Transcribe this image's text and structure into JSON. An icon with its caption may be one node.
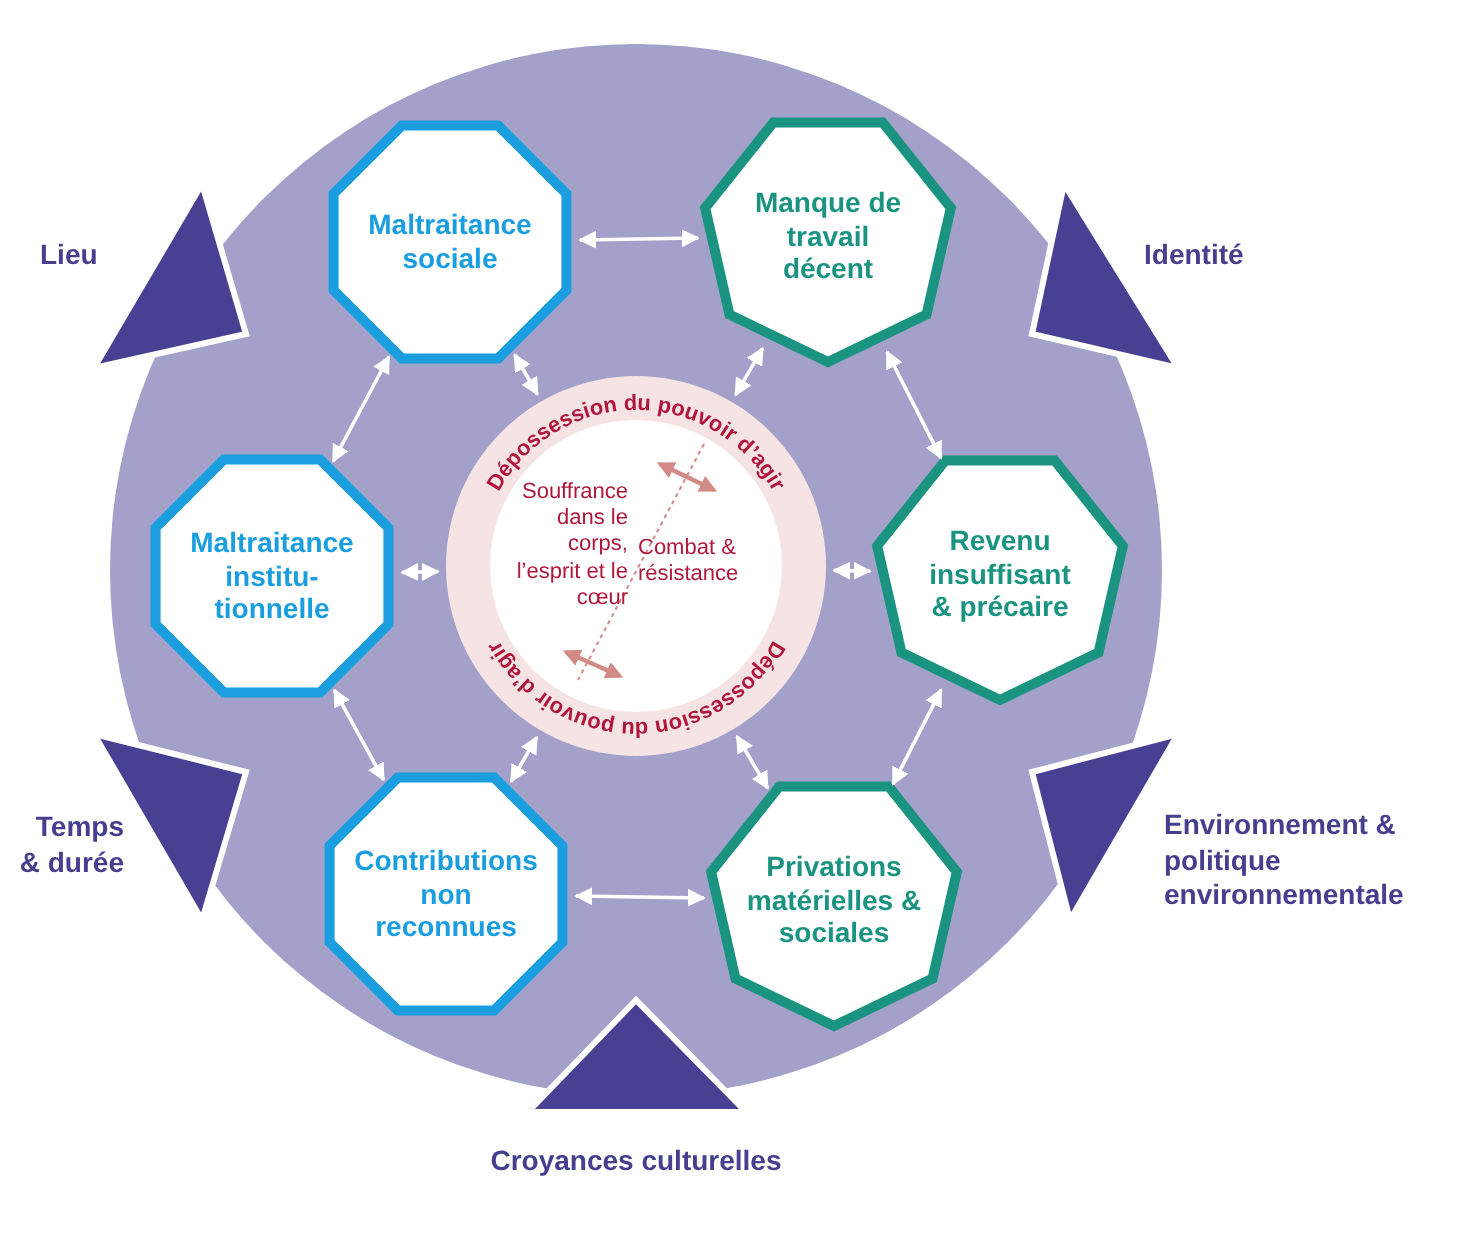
{
  "diagram": {
    "nodes": [
      {
        "text": [],
        "shape": "circle"
      },
      {
        "text": [
          "Dépossession du pouvoir d’agir",
          "Souffrance dans le corps, l’esprit et le cœur",
          "Combat & résistance",
          "Dépossession du pouvoir d’agir"
        ],
        "in": 0
      },
      {
        "text": [
          "Maltraitance sociale"
        ],
        "in": 0
      },
      {
        "text": [
          "Manque de travail décent"
        ],
        "in": 0
      },
      {
        "text": [
          "Maltraitance institu- tionnelle"
        ],
        "in": 0
      },
      {
        "text": [
          "Revenu insuffisant & précaire"
        ],
        "in": 0
      },
      {
        "text": [
          "Contributions non reconnues"
        ],
        "in": 0
      },
      {
        "text": [
          "Privations matérielles & sociales"
        ],
        "in": 0
      },
      {
        "text": [],
        "shape": "triangle",
        "beside": [
          "Lieu"
        ]
      },
      {
        "text": [],
        "shape": "triangle",
        "beside": [
          "Identité"
        ]
      },
      {
        "text": [],
        "shape": "triangle",
        "beside": [
          "Temps & durée"
        ]
      },
      {
        "text": [],
        "shape": "triangle",
        "beside": [
          "Environnement & politique environnementale"
        ]
      },
      {
        "text": [],
        "shape": "triangle",
        "beside": [
          "Croyances culturelles"
        ]
      }
    ],
    "edges": [
      {
        "from": 2,
        "to": 3,
        "arrow": "both"
      },
      {
        "from": 2,
        "to": 4,
        "arrow": "both"
      },
      {
        "from": 2,
        "to": 1,
        "arrow": "both"
      },
      {
        "from": 3,
        "to": 1,
        "arrow": "both"
      },
      {
        "from": 3,
        "to": 5,
        "arrow": "both"
      },
      {
        "from": 4,
        "to": 1,
        "arrow": "both"
      },
      {
        "from": 5,
        "to": 1,
        "arrow": "both"
      },
      {
        "from": 4,
        "to": 6,
        "arrow": "both"
      },
      {
        "from": 5,
        "to": 7,
        "arrow": "both"
      },
      {
        "from": 6,
        "to": 1,
        "arrow": "both"
      },
      {
        "from": 7,
        "to": 1,
        "arrow": "both"
      },
      {
        "from": 6,
        "to": 7,
        "arrow": "both"
      }
    ]
  }
}
